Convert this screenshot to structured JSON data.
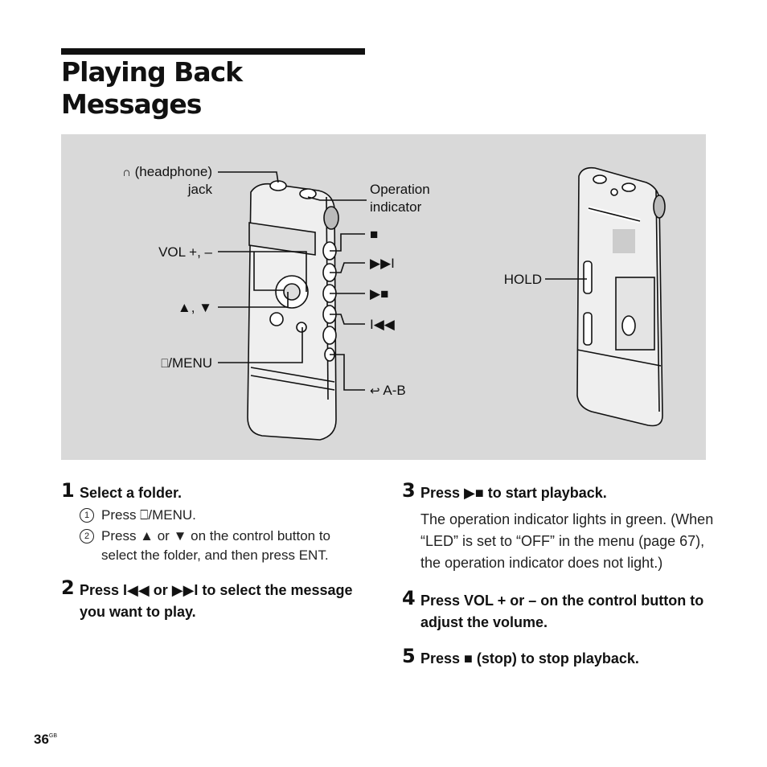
{
  "page": {
    "title_line1": "Playing Back",
    "title_line2": "Messages",
    "number": "36",
    "number_suffix": "GB"
  },
  "figure": {
    "labels": {
      "headphone": "(headphone)",
      "headphone_jack": "jack",
      "operation_line1": "Operation",
      "operation_line2": "indicator",
      "vol": "VOL +, –",
      "updown": "▲, ▼",
      "menu": "/MENU",
      "stop": "■",
      "next": "▶▶I",
      "play_stop": "▶■",
      "prev": "I◀◀",
      "ab": "A-B",
      "hold": "HOLD"
    }
  },
  "steps": [
    {
      "number": "1",
      "heading": "Select a folder.",
      "substeps": [
        {
          "marker": "1",
          "text": "Press ⎕/MENU."
        },
        {
          "marker": "2",
          "text": "Press ▲ or ▼ on the control button to select the folder, and then press ENT."
        }
      ]
    },
    {
      "number": "2",
      "heading": "Press I◀◀ or ▶▶I to select the message you want to play."
    },
    {
      "number": "3",
      "heading": "Press ▶■ to start playback.",
      "body": "The operation indicator lights in green. (When “LED” is set to “OFF” in the menu (page 67), the operation indicator does not light.)"
    },
    {
      "number": "4",
      "heading": "Press VOL + or – on the control button to adjust the volume."
    },
    {
      "number": "5",
      "heading": "Press ■ (stop) to stop playback."
    }
  ]
}
